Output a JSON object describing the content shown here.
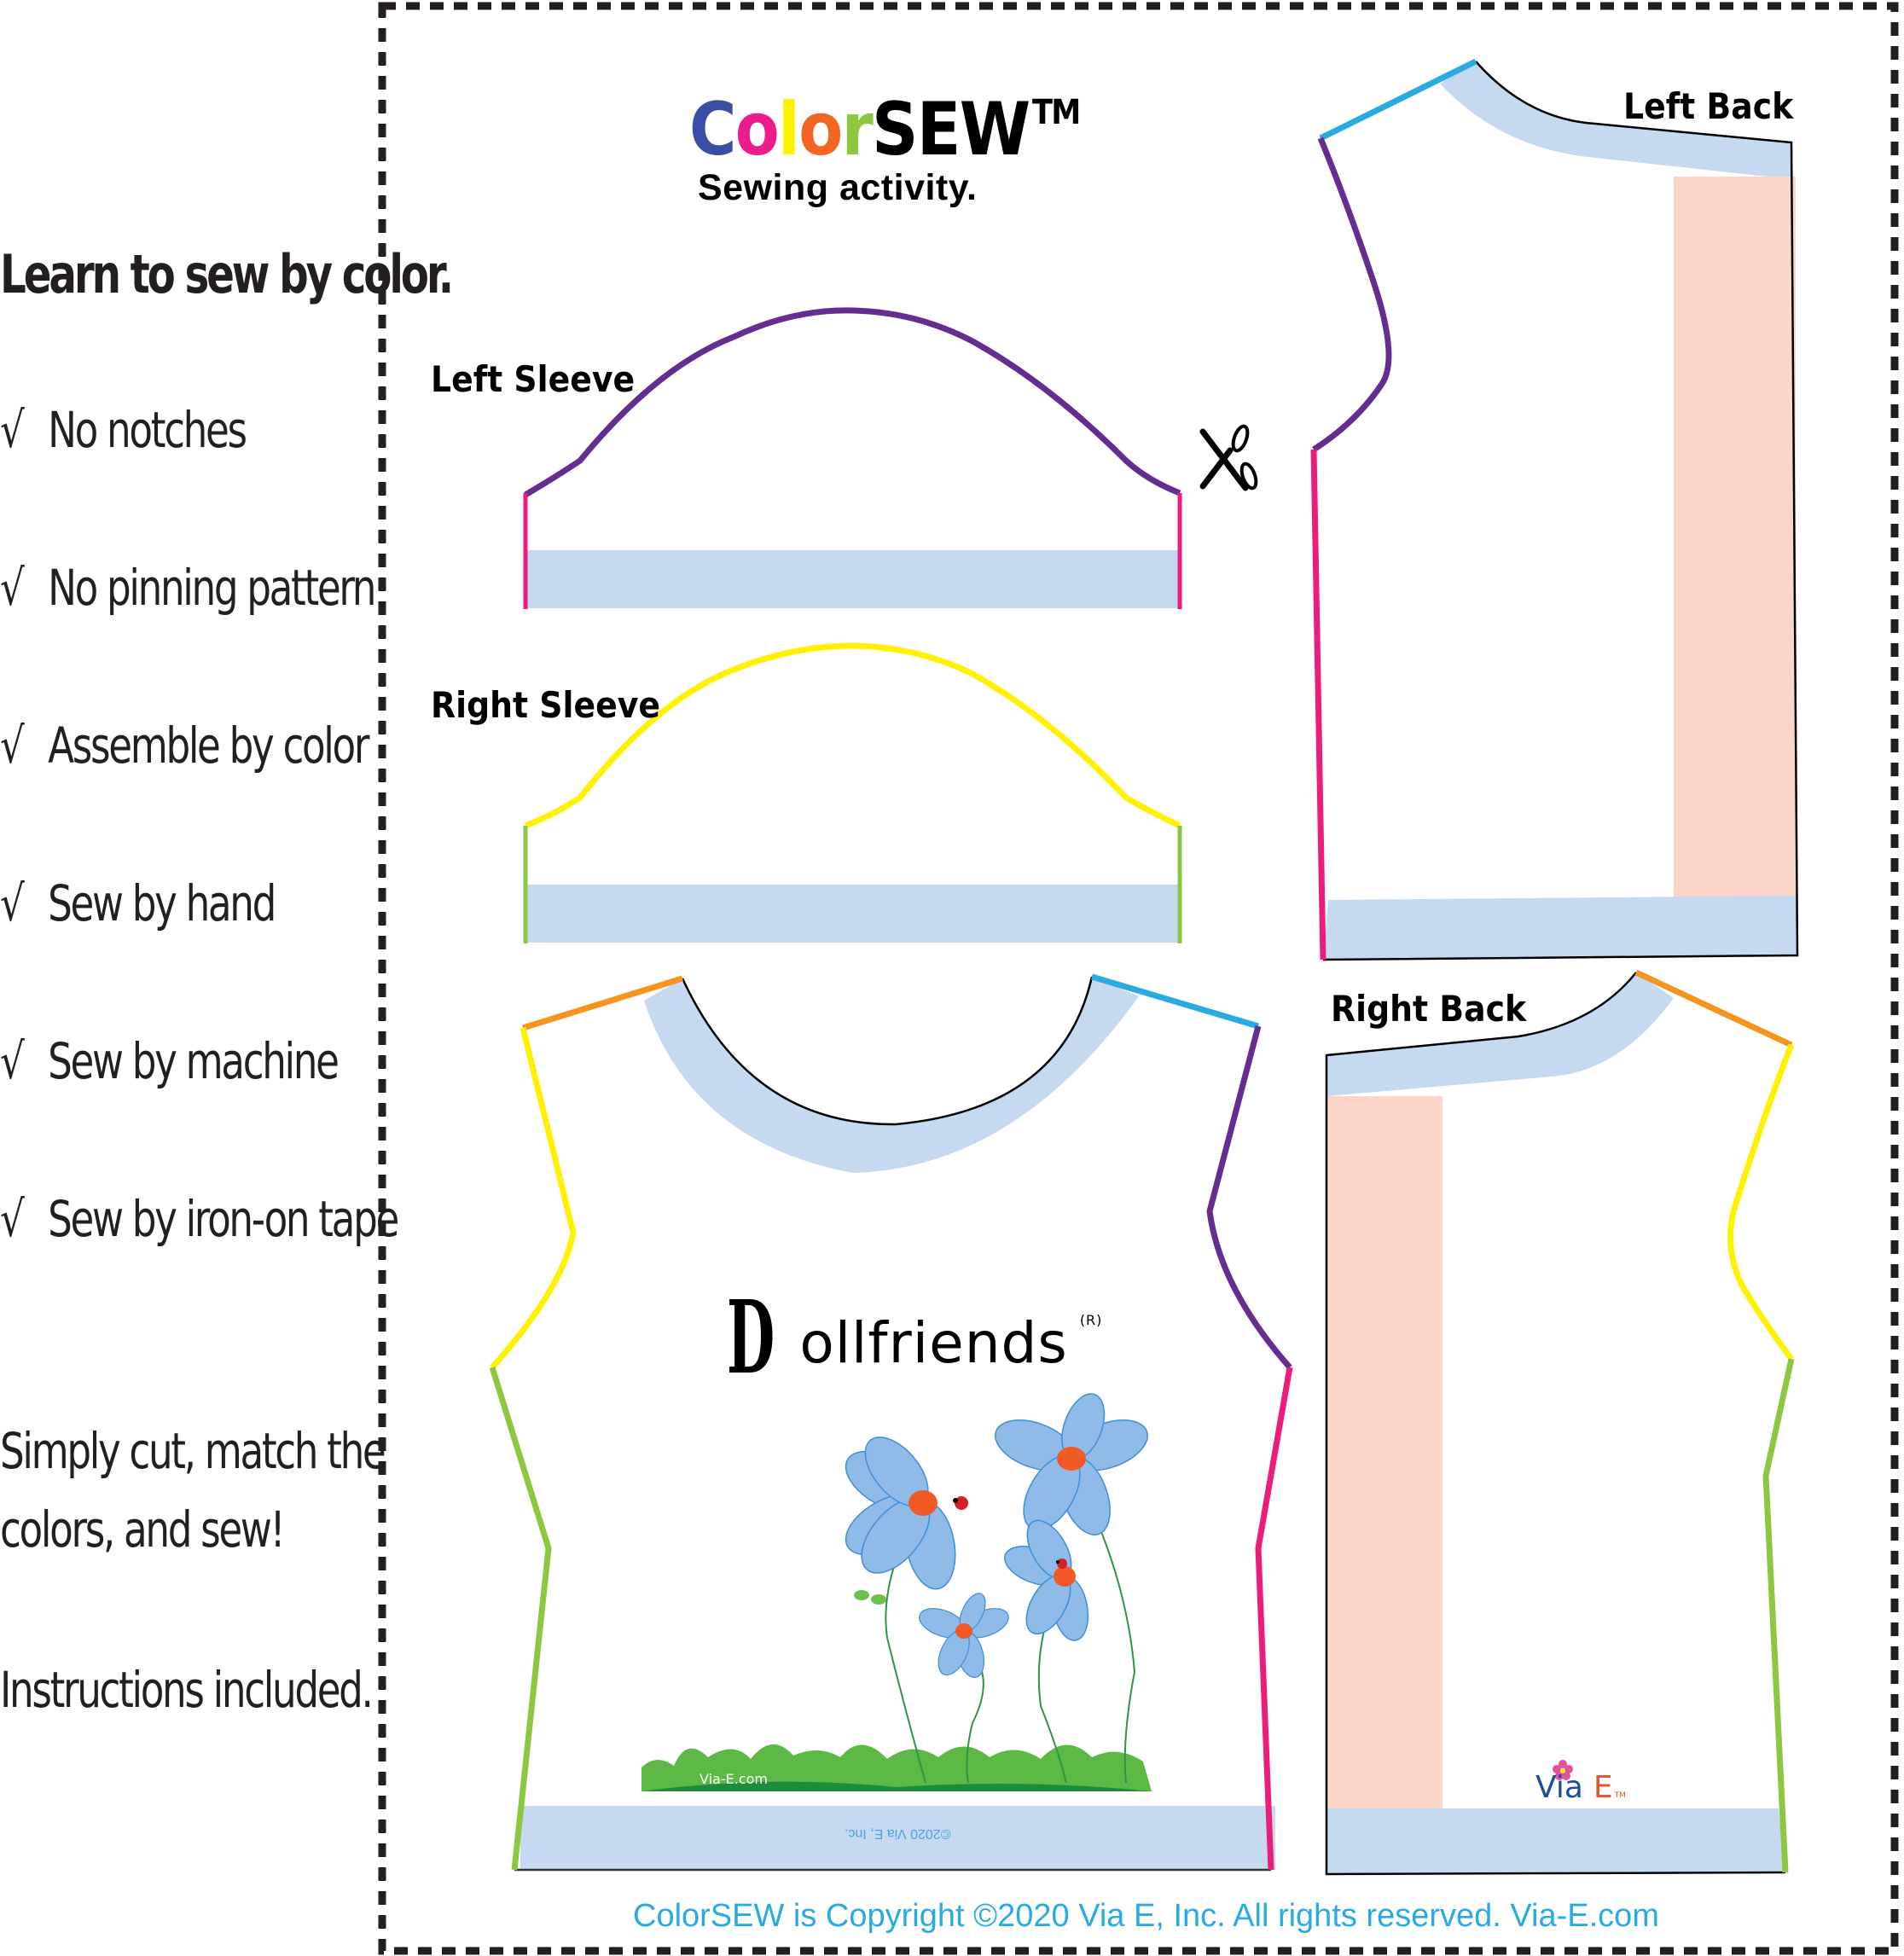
{
  "side_panel": {
    "heading": "Learn to sew by color.",
    "check_mark": "√",
    "features": [
      "No notches",
      "No pinning pattern",
      "Assemble by color",
      "Sew by hand",
      "Sew by machine",
      "Sew by  iron-on tape"
    ],
    "tagline_lines": [
      "Simply cut, match the",
      "colors, and sew!"
    ],
    "instructions_note": "Instructions included."
  },
  "logo": {
    "letters": [
      {
        "char": "C",
        "color": "#3a4fa3"
      },
      {
        "char": "o",
        "color": "#ec1c8c"
      },
      {
        "char": "l",
        "color": "#fff200"
      },
      {
        "char": "o",
        "color": "#f26522"
      },
      {
        "char": "r",
        "color": "#8dc63f"
      },
      {
        "char": "SEW",
        "color": "#000000"
      }
    ],
    "trademark": "TM",
    "subtitle": "Sewing activity."
  },
  "pieces": {
    "left_sleeve": {
      "label": "Left Sleeve"
    },
    "right_sleeve": {
      "label": "Right Sleeve"
    },
    "left_back": {
      "label": "Left Back"
    },
    "right_back": {
      "label": "Right Back"
    },
    "front": {
      "brand": "ollfriends",
      "brand_initial": "D",
      "registered": "(R)",
      "grass_text": "Via-E.com",
      "hem_text": "©2020 Via E, Inc."
    }
  },
  "via_e_logo": {
    "via": "Via",
    "e": "E",
    "tm": "TM"
  },
  "icons": {
    "cut_here": "scissors-icon"
  },
  "colors": {
    "purple_seam": "#662d91",
    "magenta_seam": "#ec1c7c",
    "yellow_seam": "#fff200",
    "green_seam": "#8dc63f",
    "orange_seam": "#f7941d",
    "cyan_seam": "#29abe2",
    "facing_blue": "#c5daf0",
    "placket_peach": "#fad5c8"
  },
  "footer": {
    "copyright": "ColorSEW is Copyright ©2020 Via E, Inc. All rights reserved. Via-E.com"
  }
}
